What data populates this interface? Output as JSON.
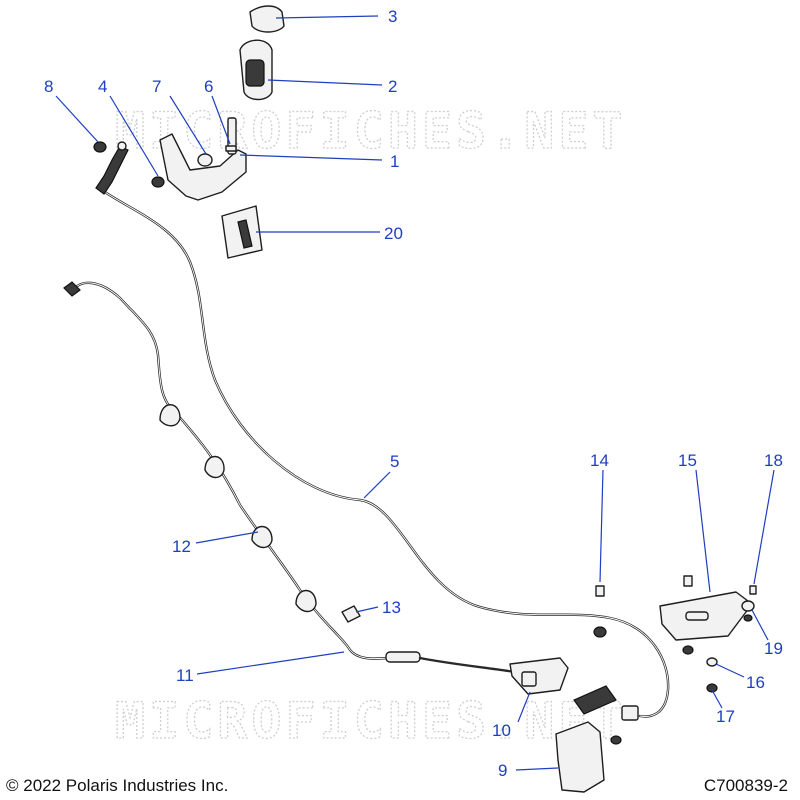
{
  "watermark": "MICROFICHES.NET",
  "callouts": [
    {
      "id": "1",
      "label": "1"
    },
    {
      "id": "2",
      "label": "2"
    },
    {
      "id": "3",
      "label": "3"
    },
    {
      "id": "4",
      "label": "4"
    },
    {
      "id": "5",
      "label": "5"
    },
    {
      "id": "6",
      "label": "6"
    },
    {
      "id": "7",
      "label": "7"
    },
    {
      "id": "8",
      "label": "8"
    },
    {
      "id": "9",
      "label": "9"
    },
    {
      "id": "10",
      "label": "10"
    },
    {
      "id": "11",
      "label": "11"
    },
    {
      "id": "12",
      "label": "12"
    },
    {
      "id": "13",
      "label": "13"
    },
    {
      "id": "14",
      "label": "14"
    },
    {
      "id": "15",
      "label": "15"
    },
    {
      "id": "16",
      "label": "16"
    },
    {
      "id": "17",
      "label": "17"
    },
    {
      "id": "18",
      "label": "18"
    },
    {
      "id": "19",
      "label": "19"
    },
    {
      "id": "20",
      "label": "20"
    }
  ],
  "footer": {
    "copyright": "© 2022 Polaris Industries Inc.",
    "diagram_code": "C700839-2"
  },
  "colors": {
    "callout": "#1f3fbf",
    "line_art": "#1e1e1e",
    "watermark": "#cfcfcf"
  }
}
